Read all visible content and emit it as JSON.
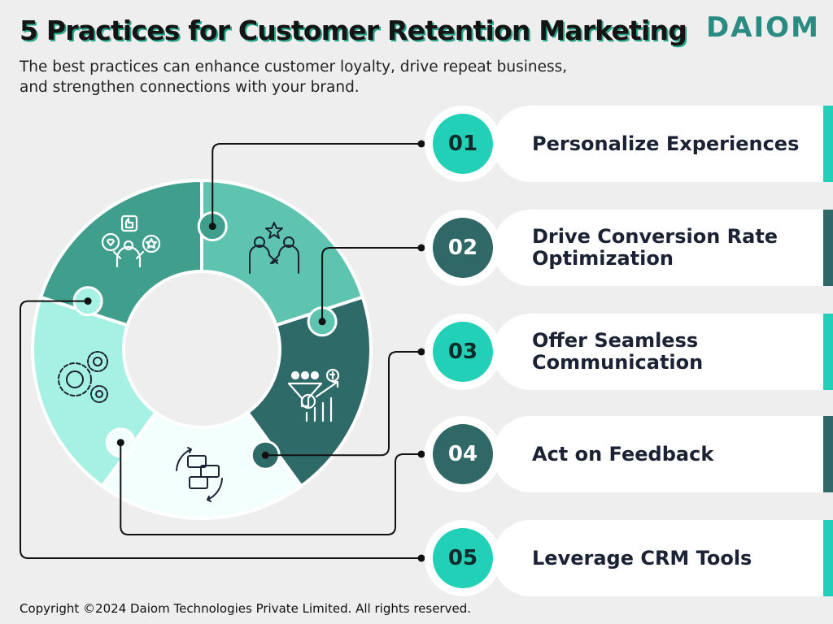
{
  "header": {
    "title": "5 Practices for Customer Retention Marketing",
    "subtitle": "The best practices can enhance customer loyalty, drive repeat business, and strengthen connections with your brand.",
    "logo": "DAIOM"
  },
  "footer": {
    "copyright": "Copyright ©2024 Daiom Technologies Private Limited. All rights reserved."
  },
  "colors": {
    "piece_1": "#5ec4b0",
    "piece_2": "#2d6a68",
    "piece_3": "#f2fffc",
    "piece_4": "#a6f1e3",
    "piece_5": "#3f9e8c",
    "badge_light": "#22d0b8",
    "badge_dark": "#2f6867",
    "connector": "#111111",
    "title_shadow": "#2aa58c"
  },
  "practices": [
    {
      "number": "01",
      "label": "Personalize Experiences",
      "icon": "handshake-team-icon",
      "tone": "light"
    },
    {
      "number": "02",
      "label": "Drive Conversion Rate Optimization",
      "icon": "conversion-funnel-chart-icon",
      "tone": "dark"
    },
    {
      "number": "03",
      "label": "Offer Seamless Communication",
      "icon": "chat-cycle-icon",
      "tone": "light"
    },
    {
      "number": "04",
      "label": "Act on Feedback",
      "icon": "gears-icon",
      "tone": "dark"
    },
    {
      "number": "05",
      "label": "Leverage CRM Tools",
      "icon": "customer-loyalty-icon",
      "tone": "light"
    }
  ]
}
